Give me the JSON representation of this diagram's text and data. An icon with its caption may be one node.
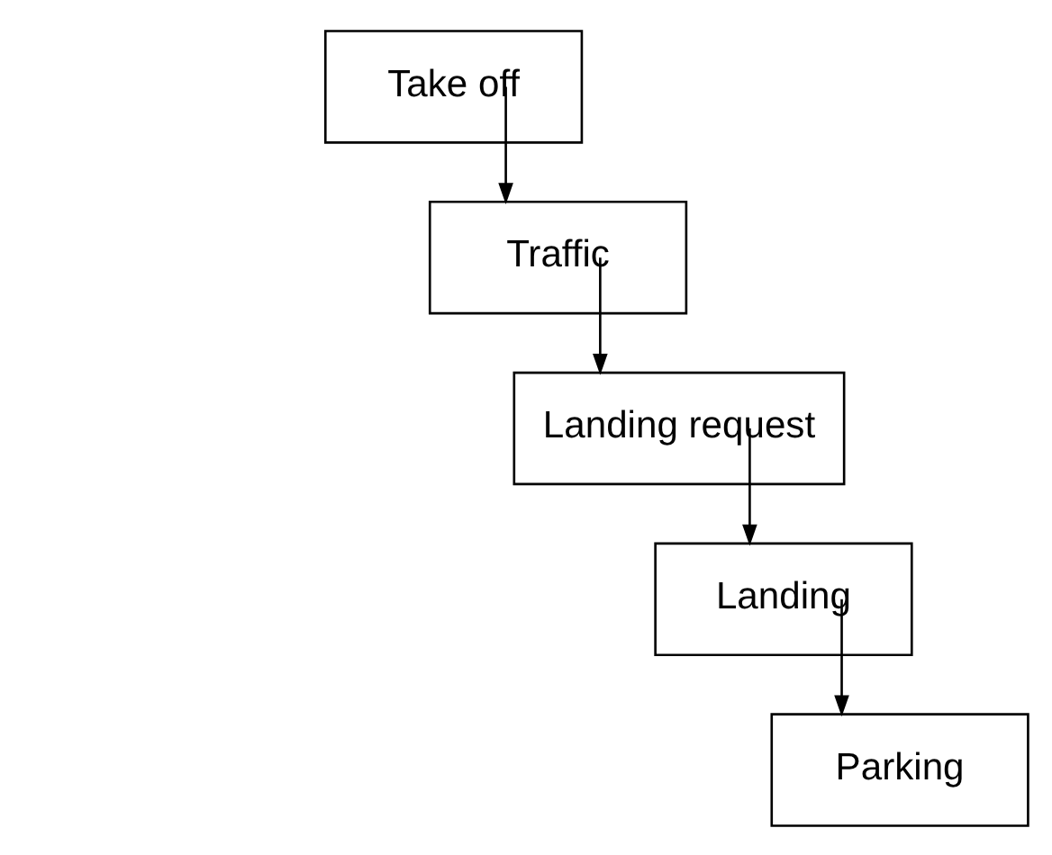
{
  "diagram": {
    "nodes": [
      {
        "text": [
          "Take off"
        ]
      },
      {
        "text": [
          "Traffic"
        ]
      },
      {
        "text": [
          "Landing request"
        ]
      },
      {
        "text": [
          "Landing"
        ]
      },
      {
        "text": [
          "Parking"
        ]
      }
    ],
    "edges": [
      {
        "from": 0,
        "to": 1,
        "arrow": "to"
      },
      {
        "from": 1,
        "to": 2,
        "arrow": "to"
      },
      {
        "from": 2,
        "to": 3,
        "arrow": "to"
      },
      {
        "from": 3,
        "to": 4,
        "arrow": "to"
      }
    ]
  }
}
